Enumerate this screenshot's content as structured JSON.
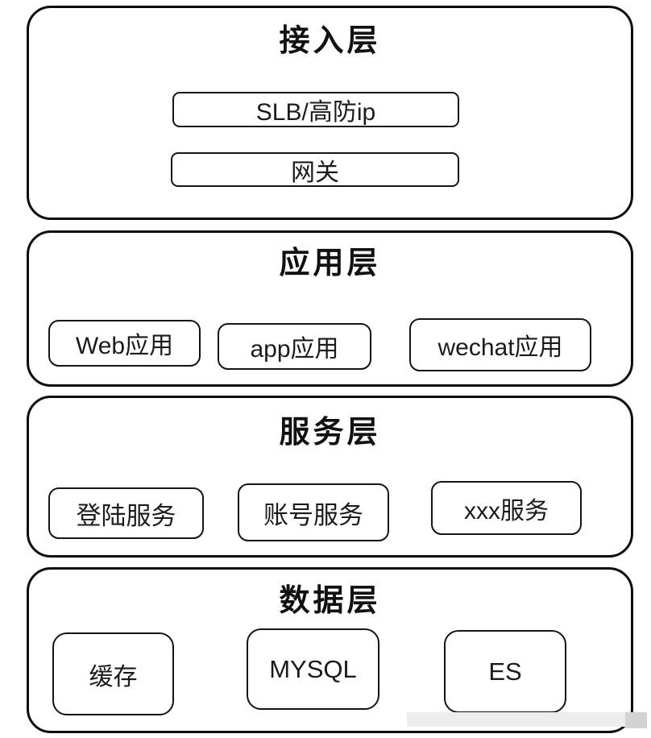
{
  "page": {
    "background_color": "#ffffff",
    "stroke_color": "#0d0d0d"
  },
  "diagram": {
    "type": "layered-architecture",
    "layers": [
      {
        "id": "access",
        "title": "接入层",
        "boxes": [
          {
            "label": "SLB/高防ip"
          },
          {
            "label": "网关"
          }
        ]
      },
      {
        "id": "application",
        "title": "应用层",
        "boxes": [
          {
            "label": "Web应用"
          },
          {
            "label": "app应用"
          },
          {
            "label": "wechat应用"
          }
        ]
      },
      {
        "id": "service",
        "title": "服务层",
        "boxes": [
          {
            "label": "登陆服务"
          },
          {
            "label": "账号服务"
          },
          {
            "label": "xxx服务"
          }
        ]
      },
      {
        "id": "data",
        "title": "数据层",
        "boxes": [
          {
            "label": "缓存"
          },
          {
            "label": "MYSQL"
          },
          {
            "label": "ES"
          }
        ]
      }
    ]
  }
}
